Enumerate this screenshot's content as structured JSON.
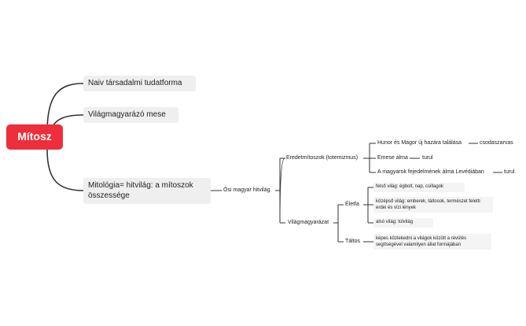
{
  "root": {
    "label": "Mítosz"
  },
  "main_topics": [
    {
      "label": "Naiv társadalmi tudatforma"
    },
    {
      "label": "Világmagyarázó mese"
    },
    {
      "label": "Mitológia= hitvilág: a mítoszok összessége"
    }
  ],
  "mythology_branch": {
    "label": "Ősi magyar hitvilág",
    "origin_myths": {
      "label": "Eredetmítoszok (totemizmus)",
      "items": [
        {
          "label": "Hunor és Magor új hazára találása",
          "child": "csodaszarvas"
        },
        {
          "label": "Emese álma",
          "child": "turul"
        },
        {
          "label": "A magyarok fejedelmének álma Levédiában",
          "child": "turul"
        }
      ]
    },
    "worldview": {
      "label": "Világmagyarázat",
      "tree_of_life": {
        "label": "Életfa",
        "items": [
          {
            "label": "felső világ: égbolt, nap, csillagok"
          },
          {
            "label": "középső világ: emberek, táltosok, természet feletti erdei és vízi lények"
          },
          {
            "label": "alsó világ: túlvilág"
          }
        ]
      },
      "shaman": {
        "label": "Táltos",
        "items": [
          {
            "label": "képes közlekedni a világok között a révülés segítségével valamilyen állat formájában"
          }
        ]
      }
    }
  },
  "colors": {
    "root_fill": "#ee2e3b",
    "topic_fill": "#efefef",
    "connector": "#333333"
  }
}
